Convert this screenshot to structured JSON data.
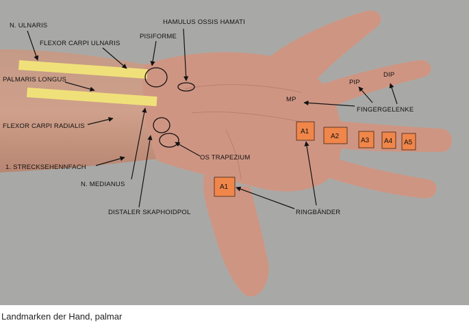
{
  "caption": "Landmarken der Hand, palmar",
  "labels": {
    "n_ulnaris": "N. ULNARIS",
    "flexor_carpi_ulnaris": "FLEXOR CARPI ULNARIS",
    "pisiforme": "PISIFORME",
    "hamulus": "HAMULUS OSSIS HAMATI",
    "palmaris_longus": "PALMARIS LONGUS",
    "flexor_carpi_radialis": "FLEXOR CARPI RADIALIS",
    "strecksehnenfach": "1. STRECKSEHENNFACH",
    "n_medianus": "N. MEDIANUS",
    "distaler_skaphoidpol": "DISTALER SKAPHOIDPOL",
    "os_trapezium": "OS TRAPEZIUM",
    "mp": "MP",
    "pip": "PIP",
    "dip": "DIP",
    "fingergelenke": "FINGERGELENKE",
    "ringbaender": "RINGBÄNDER"
  },
  "pulleys": {
    "a1_finger": "A1",
    "a2": "A2",
    "a3": "A3",
    "a4": "A4",
    "a5": "A5",
    "a1_thumb": "A1"
  },
  "colors": {
    "background": "#a8a9a6",
    "skin": "#cf9583",
    "forearm_skin": "#c69a85",
    "tendon_marker": "#f0e07a",
    "pulley_box": "#f0864a"
  }
}
